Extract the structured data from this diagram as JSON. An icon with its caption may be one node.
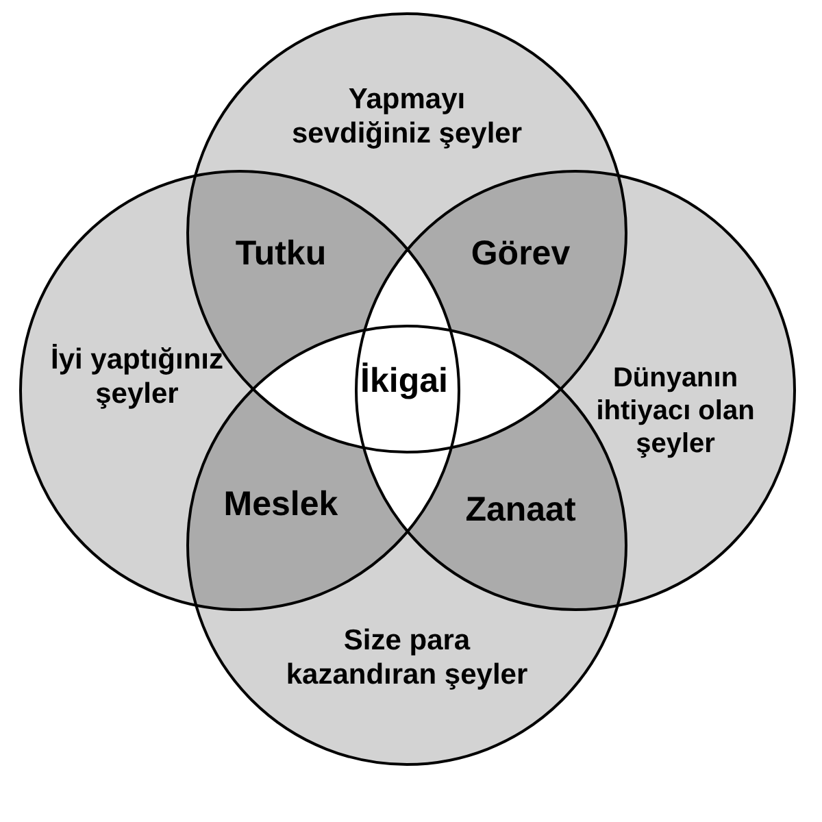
{
  "diagram": {
    "nodes": [
      {
        "text": [
          "Yapmayı sevdiğiniz şeyler"
        ]
      },
      {
        "text": [
          "İyi yaptığınız şeyler"
        ]
      },
      {
        "text": [
          "Dünyanın ihtiyacı olan şeyler"
        ]
      },
      {
        "text": [
          "Size para kazandıran şeyler"
        ]
      },
      {
        "text": [
          "Tutku"
        ]
      },
      {
        "text": [
          "Görev"
        ]
      },
      {
        "text": [
          "İkigai"
        ]
      },
      {
        "text": [
          "Meslek"
        ]
      },
      {
        "text": [
          "Zanaat"
        ]
      }
    ],
    "edges": []
  }
}
